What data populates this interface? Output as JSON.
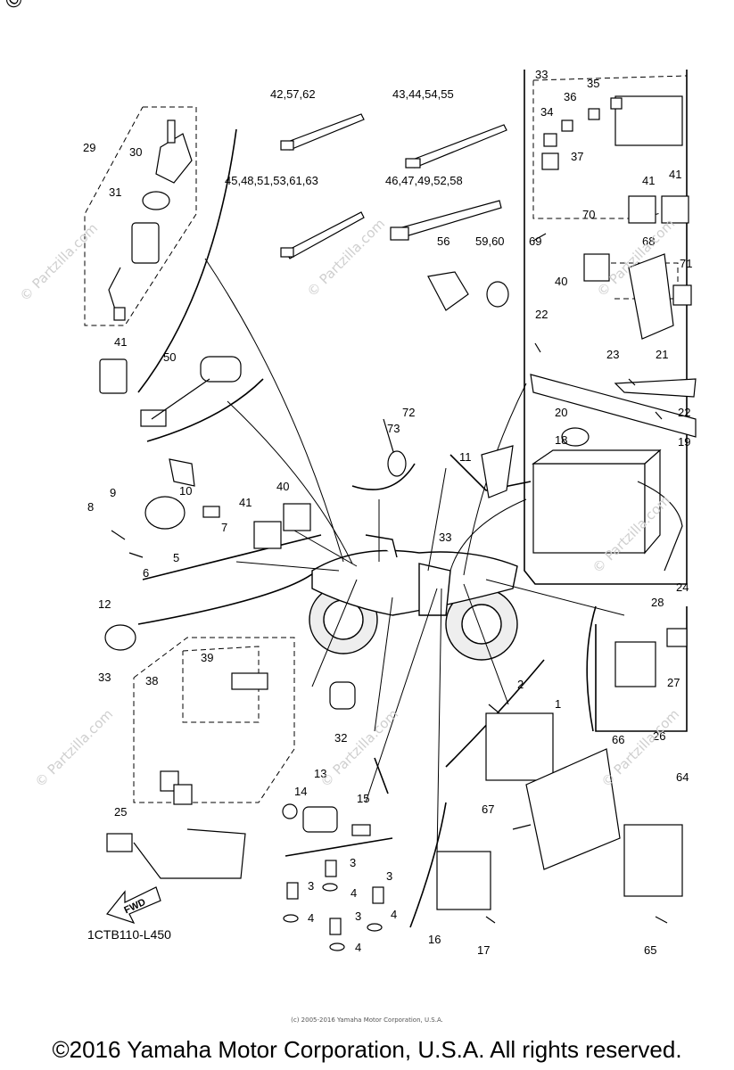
{
  "watermark": {
    "vertical_text": "© Partzilla.com",
    "tile_text": "© Partzilla.com"
  },
  "diagram": {
    "code": "1CTB110-L450",
    "fwd_label": "FWD",
    "callouts": {
      "c29": "29",
      "c30": "30",
      "c31": "31",
      "c41a": "41",
      "c42": "42,57,62",
      "c43": "43,44,54,55",
      "c45": "45,48,51,53,61,63",
      "c46": "46,47,49,52,58",
      "c56": "56",
      "c59": "59,60",
      "c33a": "33",
      "c34": "34",
      "c35": "35",
      "c36": "36",
      "c37": "37",
      "c41b": "41",
      "c41c": "41",
      "c69": "69",
      "c70": "70",
      "c68": "68",
      "c40a": "40",
      "c71": "71",
      "c22a": "22",
      "c23": "23",
      "c21": "21",
      "c20": "20",
      "c22b": "22",
      "c19": "19",
      "c18": "18",
      "c24": "24",
      "c50": "50",
      "c72": "72",
      "c73": "73",
      "c11": "11",
      "c10": "10",
      "c9": "9",
      "c8": "8",
      "c7": "7",
      "c6": "6",
      "c5": "5",
      "c41d": "41",
      "c40b": "40",
      "c33b": "33",
      "c12": "12",
      "c33c": "33",
      "c38": "38",
      "c39": "39",
      "c32": "32",
      "c13": "13",
      "c14": "14",
      "c15": "15",
      "c25": "25",
      "c2": "2",
      "c1": "1",
      "c66": "66",
      "c64": "64",
      "c67": "67",
      "c28": "28",
      "c27": "27",
      "c26": "26",
      "c3a": "3",
      "c3b": "3",
      "c3c": "3",
      "c3d": "3",
      "c4a": "4",
      "c4b": "4",
      "c4c": "4",
      "c4d": "4",
      "c16": "16",
      "c17": "17",
      "c65": "65"
    }
  },
  "footer": {
    "tiny_copyright": "(c) 2005-2016 Yamaha Motor Corporation, U.S.A.",
    "copyright": "©2016 Yamaha Motor Corporation, U.S.A. All rights reserved."
  }
}
